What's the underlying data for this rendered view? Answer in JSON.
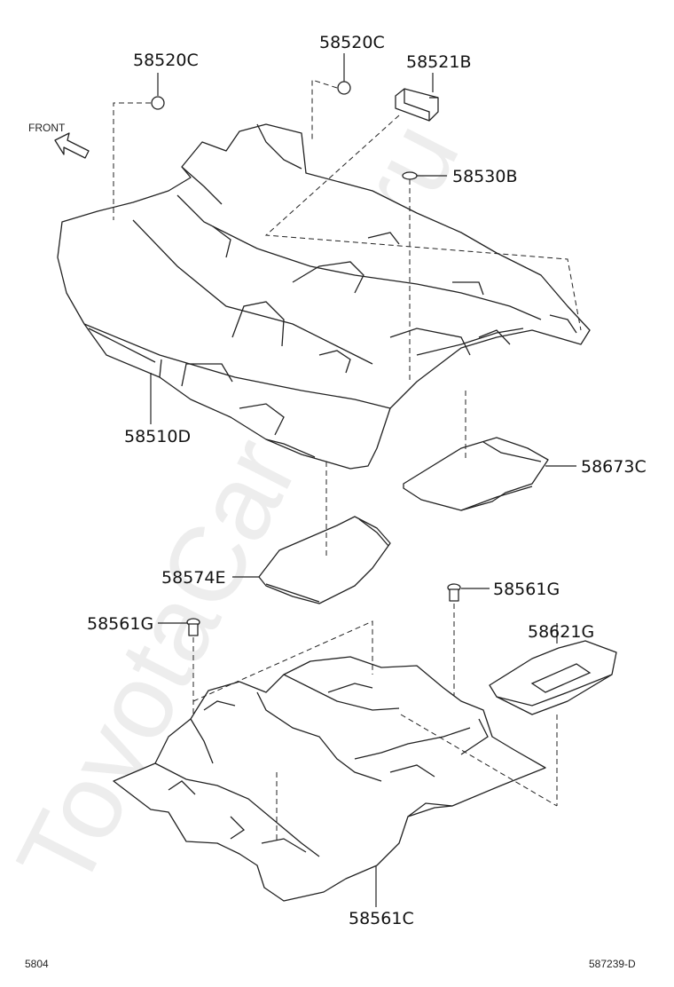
{
  "labels": {
    "p58520c_a": "58520C",
    "p58520c_b": "58520C",
    "p58521b": "58521B",
    "p58530b": "58530B",
    "p58510d": "58510D",
    "p58673c": "58673C",
    "p58574e": "58574E",
    "p58561g_a": "58561G",
    "p58561g_b": "58561G",
    "p58621g": "58621G",
    "p58561c": "58561C",
    "front": "FRONT"
  },
  "footer": {
    "left_code": "5804",
    "right_code": "587239-D"
  },
  "watermark": "ToyotaCarMine.ru"
}
